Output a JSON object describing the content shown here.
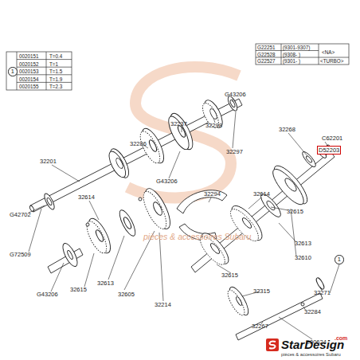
{
  "diagram": {
    "nodes": [
      {
        "text": [
          "1"
        ]
      },
      {
        "text": [
          "D52203"
        ]
      },
      {
        "text": [
          "1"
        ]
      }
    ],
    "labels": [
      "0020151",
      "T=0.4",
      "0020152",
      "T=1",
      "0020153",
      "T=1.5",
      "0020154",
      "T=1.9",
      "0020155",
      "T=2.3",
      "G22251",
      "(9301-9307)",
      "<NA>",
      "G22528",
      "(9308- )",
      "G22527",
      "(9301- )",
      "<TURBO>",
      "32201",
      "G42702",
      "G72509",
      "G43206",
      "32614",
      "32615",
      "32613",
      "32605",
      "32214",
      "32286",
      "32237",
      "32298",
      "G43206",
      "32297",
      "G43206",
      "32294",
      "32614",
      "32615",
      "32615",
      "32613",
      "32610",
      "32268",
      "C62201",
      "32315",
      "32271",
      "32284",
      "32267",
      "E00624",
      "pièces & accessoires Subaru",
      "StarDesign",
      ".com",
      "pièces & accessoires Subaru"
    ]
  }
}
